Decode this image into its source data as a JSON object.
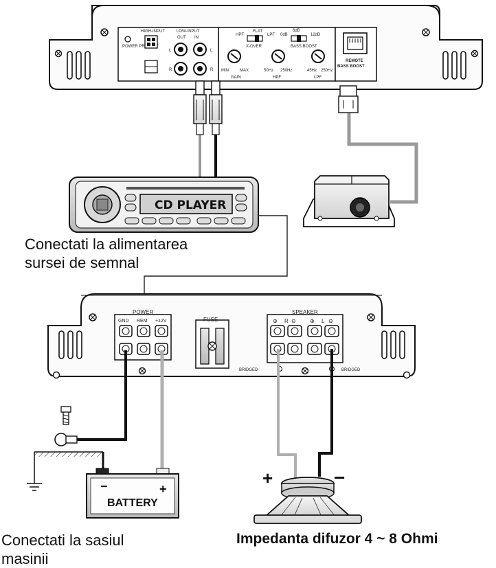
{
  "captions": {
    "source_power": "Conectati la alimentarea\nsursei de semnal",
    "chassis": "Conectati la sasiul\nmasinii",
    "speaker_impedance": "Impedanta difuzor 4 ~ 8 Ohmi"
  },
  "amp_top": {
    "high_input": "HIGH-INPUT",
    "low_input": "LOW-INPUT",
    "out": "OUT",
    "in": "IN",
    "l": "L",
    "r": "R",
    "power_protect": "POWER PROTECT",
    "hpf": "HPF",
    "flat": "FLAT",
    "lpf": "LPF",
    "xover": "X-OVER",
    "db0": "0dB",
    "db12": "12dB",
    "db6": "6dB",
    "bass_boost": "BASS BOOST",
    "gain": "GAIN",
    "gain_min": "MIN",
    "gain_max": "MAX",
    "hpf_min": "50Hz",
    "hpf_max": "250Hz",
    "lpf_min": "45Hz",
    "lpf_max": "250Hz",
    "remote": "REMOTE",
    "bassboost": "BASS BOOST"
  },
  "cd_player": {
    "label": "CD PLAYER"
  },
  "amp_bottom": {
    "power": "POWER",
    "gnd": "GND",
    "rem": "REM",
    "v12": "+12V",
    "fuse": "FUSE",
    "speaker": "SPEAKER",
    "bridged_left": "BRIDGED",
    "bridged_right": "BRIDGED",
    "r": "R",
    "l": "L",
    "plus": "⊕",
    "minus": "⊖"
  },
  "battery": {
    "label": "BATTERY",
    "minus": "−",
    "plus": "+"
  },
  "speaker": {
    "plus": "+",
    "minus": "−"
  }
}
